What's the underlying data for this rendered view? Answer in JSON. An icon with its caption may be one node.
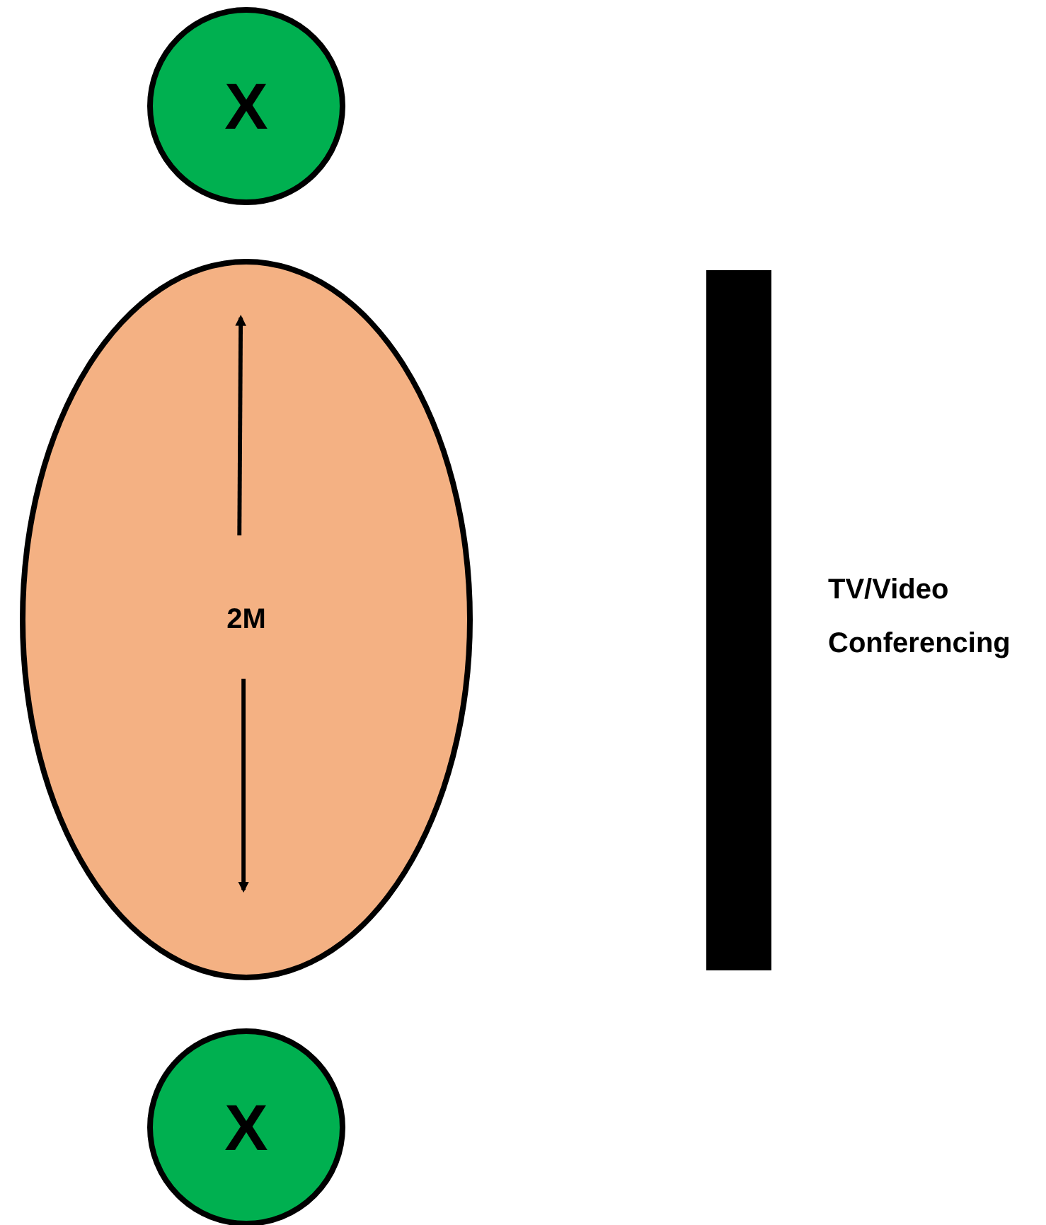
{
  "diagram": {
    "nodes": [
      {
        "text": [
          "X"
        ]
      },
      {
        "text": [
          "2M"
        ]
      },
      {
        "text": [],
        "shape": "bar",
        "beside": [
          "TV/Video Conferencing"
        ]
      },
      {
        "text": [
          "X"
        ]
      }
    ]
  }
}
